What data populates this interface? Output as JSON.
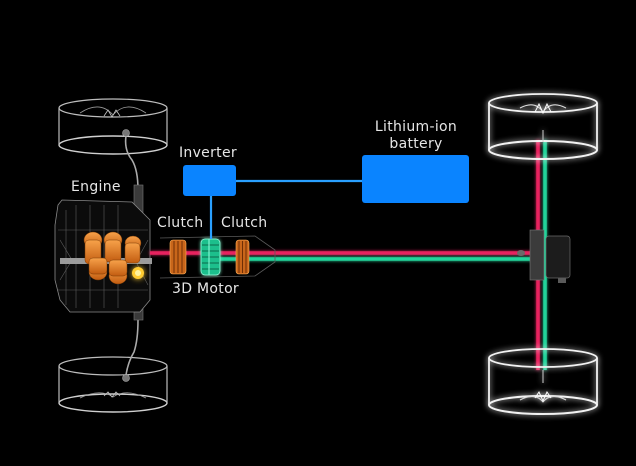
{
  "diagram": {
    "title": "",
    "labels": {
      "engine": "Engine",
      "inverter": "Inverter",
      "battery_line1": "Lithium-ion",
      "battery_line2": "battery",
      "clutch_left": "Clutch",
      "clutch_right": "Clutch",
      "motor": "3D Motor"
    },
    "colors": {
      "background": "#000000",
      "electric_blue": "#0a84ff",
      "electric_line": "#2aa0ff",
      "engine_power": "#e8245e",
      "motor_power": "#22d39a",
      "clutch": "#d8741a",
      "engine_parts": "#f08a24",
      "wheel_outline": "#e8e8e8"
    },
    "components": [
      {
        "id": "inverter",
        "type": "electrical-box"
      },
      {
        "id": "battery",
        "type": "electrical-box"
      },
      {
        "id": "engine",
        "type": "engine"
      },
      {
        "id": "clutch-1",
        "type": "clutch"
      },
      {
        "id": "motor",
        "type": "motor"
      },
      {
        "id": "clutch-2",
        "type": "clutch"
      },
      {
        "id": "rear-differential",
        "type": "differential"
      },
      {
        "id": "front-left-wheel",
        "type": "wheel"
      },
      {
        "id": "front-right-wheel",
        "type": "wheel"
      },
      {
        "id": "rear-left-wheel",
        "type": "wheel"
      },
      {
        "id": "rear-right-wheel",
        "type": "wheel"
      }
    ],
    "connections": [
      {
        "from": "inverter",
        "to": "battery",
        "kind": "electric"
      },
      {
        "from": "inverter",
        "to": "motor",
        "kind": "electric"
      },
      {
        "from": "engine",
        "to": "rear-differential",
        "kind": "engine-power"
      },
      {
        "from": "motor",
        "to": "rear-differential",
        "kind": "motor-power"
      }
    ]
  }
}
